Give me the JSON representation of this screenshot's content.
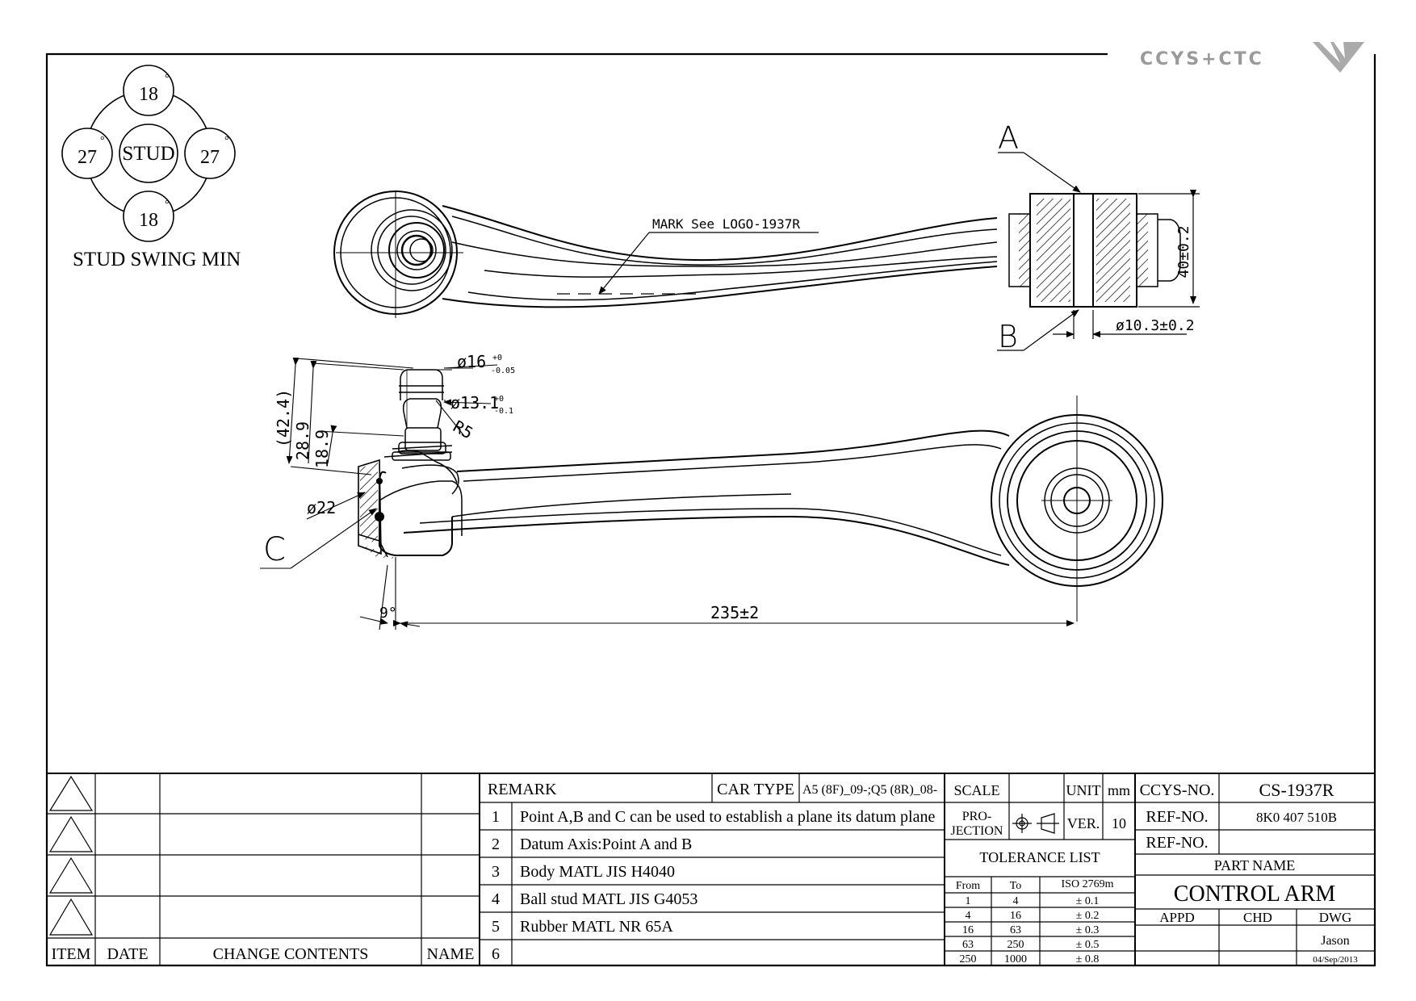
{
  "brand": {
    "wordmark": "CCYS+CTC"
  },
  "stud_swing": {
    "top": "18",
    "bottom": "18",
    "left": "27",
    "right": "27",
    "center": "STUD",
    "degree": "°",
    "caption": "STUD SWING MIN"
  },
  "drawing": {
    "point_a": "A",
    "point_b": "B",
    "point_c": "C",
    "mark_note": "MARK See LOGO-1937R",
    "dim_bush_height": "40±0.2",
    "dim_bush_bore": "ø10.3±0.2",
    "dim_stud_d16": "ø16",
    "dim_stud_d16_tol_upper": "+0",
    "dim_stud_d16_tol_lower": "-0.05",
    "dim_stud_d131": "ø13.1",
    "dim_stud_d131_tol_upper": "+0",
    "dim_stud_d131_tol_lower": "-0.1",
    "dim_r5": "R5",
    "dim_424": "(42.4)",
    "dim_289": "28.9",
    "dim_189": "18.9",
    "dim_d22": "ø22",
    "dim_angle": "9°",
    "dim_length": "235±2"
  },
  "revision": {
    "headers": {
      "item": "ITEM",
      "date": "DATE",
      "change": "CHANGE CONTENTS",
      "name": "NAME"
    }
  },
  "remark": {
    "title": "REMARK",
    "car_type_label": "CAR TYPE",
    "car_type_value": "A5 (8F)_09-;Q5 (8R)_08-",
    "rows": [
      {
        "no": "1",
        "text": "Point A,B and C can be used to establish a plane its datum plane"
      },
      {
        "no": "2",
        "text": "Datum Axis:Point A and B"
      },
      {
        "no": "3",
        "text": "Body MATL JIS H4040"
      },
      {
        "no": "4",
        "text": "Ball stud MATL JIS G4053"
      },
      {
        "no": "5",
        "text": "Rubber MATL NR 65A"
      },
      {
        "no": "6",
        "text": ""
      }
    ]
  },
  "spec": {
    "scale_label": "SCALE",
    "unit_label": "UNIT",
    "unit_value": "mm",
    "projection_label_1": "PRO-",
    "projection_label_2": "JECTION",
    "ver_label": "VER.",
    "ver_value": "10"
  },
  "tolerance": {
    "title": "TOLERANCE LIST",
    "headers": {
      "from": "From",
      "to": "To",
      "std": "ISO 2769m"
    },
    "rows": [
      {
        "from": "1",
        "to": "4",
        "tol": "± 0.1"
      },
      {
        "from": "4",
        "to": "16",
        "tol": "± 0.2"
      },
      {
        "from": "16",
        "to": "63",
        "tol": "± 0.3"
      },
      {
        "from": "63",
        "to": "250",
        "tol": "± 0.5"
      },
      {
        "from": "250",
        "to": "1000",
        "tol": "± 0.8"
      }
    ]
  },
  "title_block": {
    "ccys_label": "CCYS-NO.",
    "ccys_value": "CS-1937R",
    "ref1_label": "REF-NO.",
    "ref1_value": "8K0 407 510B",
    "ref2_label": "REF-NO.",
    "ref2_value": "",
    "part_name_label": "PART NAME",
    "part_name_value": "CONTROL ARM",
    "appd_label": "APPD",
    "chd_label": "CHD",
    "dwg_label": "DWG",
    "dwg_name": "Jason",
    "dwg_date": "04/Sep/2013"
  }
}
